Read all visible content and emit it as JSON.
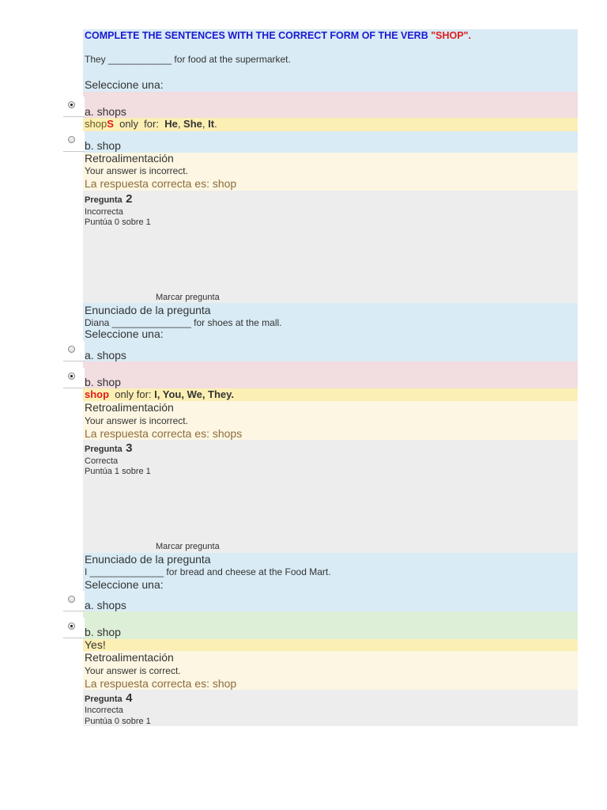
{
  "question1": {
    "title_prefix": "COMPLETE THE SENTENCES WITH THE CORRECT FORM OF THE VERB ",
    "title_verb": "\"SHOP\".",
    "sentence": "They ____________ for food at the supermarket.",
    "select_prompt": "Seleccione una:",
    "options": [
      {
        "label": "a. shops",
        "selected": true,
        "state": "incorrect"
      },
      {
        "label": "b. shop",
        "selected": false
      }
    ],
    "option_feedback": {
      "base": "shop",
      "suffix": "S",
      "middle": "  only  for:  ",
      "pronouns": [
        "He",
        "She",
        "It"
      ],
      "sep": ", ",
      "end": "."
    },
    "feedback_heading": "Retroalimentación",
    "feedback_result": "Your answer is incorrect.",
    "correct_answer": "La respuesta correcta es: shop"
  },
  "question2": {
    "label": "Pregunta",
    "number": "2",
    "status": "Incorrecta",
    "score": "Puntúa 0 sobre 1",
    "flag": "Marcar pregunta",
    "statement_heading": "Enunciado de la pregunta",
    "sentence": "Diana _______________ for shoes at the mall.",
    "select_prompt": "Seleccione una:",
    "options": [
      {
        "label": "a. shops",
        "selected": false
      },
      {
        "label": "b. shop",
        "selected": true,
        "state": "incorrect"
      }
    ],
    "option_feedback": {
      "word": "shop",
      "middle": "  only for: ",
      "pronouns": "I",
      "rest": ", You, We, They."
    },
    "feedback_heading": "Retroalimentación",
    "feedback_result": "Your answer is incorrect.",
    "correct_answer": "La respuesta correcta es: shops"
  },
  "question3": {
    "label": "Pregunta",
    "number": "3",
    "status": "Correcta",
    "score": "Puntúa 1 sobre 1",
    "flag": "Marcar pregunta",
    "statement_heading": "Enunciado de la pregunta",
    "sentence": "I ______________ for bread and cheese at the Food Mart.",
    "select_prompt": "Seleccione una:",
    "options": [
      {
        "label": "a. shops",
        "selected": false
      },
      {
        "label": "b. shop",
        "selected": true,
        "state": "correct"
      }
    ],
    "option_feedback": "Yes!",
    "feedback_heading": "Retroalimentación",
    "feedback_result": "Your answer is correct.",
    "correct_answer": "La respuesta correcta es: shop"
  },
  "question4": {
    "label": "Pregunta",
    "number": "4",
    "status": "Incorrecta",
    "score": "Puntúa 0 sobre 1"
  },
  "colors": {
    "question_bg": "#d9ebf5",
    "incorrect_bg": "#f2dde0",
    "correct_bg": "#deefd8",
    "specific_feedback_bg": "#fcefb4",
    "general_feedback_bg": "#fcf6e2",
    "info_bg": "#ededed",
    "title": "#1a1ad0",
    "accent_red": "#e01b1b",
    "correct_answer_text": "#8c6d3f"
  }
}
